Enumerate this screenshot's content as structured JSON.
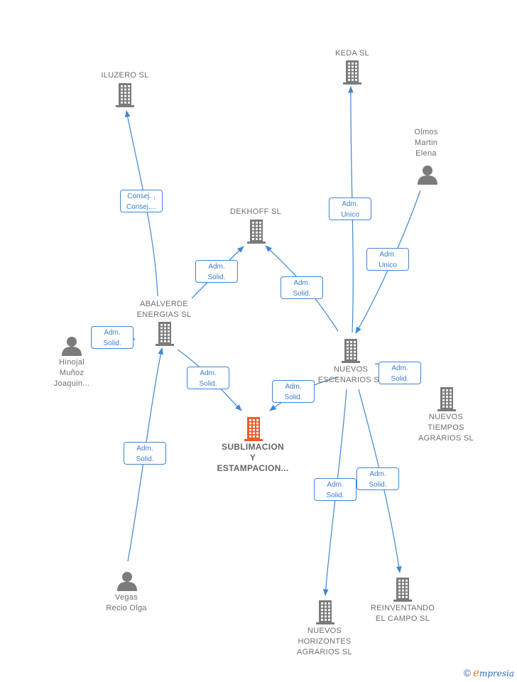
{
  "nodes": [
    {
      "id": "iluzero",
      "label": "ILUZERO  SL",
      "type": "company"
    },
    {
      "id": "keda",
      "label": "KEDA SL",
      "type": "company"
    },
    {
      "id": "olmos",
      "label": "Olmos\nMartin\nElena",
      "type": "person"
    },
    {
      "id": "dekhoff",
      "label": "DEKHOFF  SL",
      "type": "company"
    },
    {
      "id": "abalverde",
      "label": "ABALVERDE\nENERGIAS  SL",
      "type": "company"
    },
    {
      "id": "hinojal",
      "label": "Hinojal\nMuñoz\nJoaquin...",
      "type": "person"
    },
    {
      "id": "nuevos_escenarios",
      "label": "NUEVOS\nESCENARIOS SL",
      "type": "company"
    },
    {
      "id": "nuevos_tiempos",
      "label": "NUEVOS\nTIEMPOS\nAGRARIOS  SL",
      "type": "company"
    },
    {
      "id": "sublimacion",
      "label": "SUBLIMACION\nY\nESTAMPACION...",
      "type": "main"
    },
    {
      "id": "vegas",
      "label": "Vegas\nRecio Olga",
      "type": "person"
    },
    {
      "id": "reinventando",
      "label": "REINVENTANDO\nEL CAMPO  SL",
      "type": "company"
    },
    {
      "id": "nuevos_horizontes",
      "label": "NUEVOS\nHORIZONTES\nAGRARIOS  SL",
      "type": "company"
    }
  ],
  "edges": [
    {
      "from": "abalverde",
      "to": "iluzero",
      "label": "Consej. ,\nConsej...."
    },
    {
      "from": "nuevos_escenarios",
      "to": "keda",
      "label": "Adm.\nUnico"
    },
    {
      "from": "olmos",
      "to": "nuevos_escenarios",
      "label": "Adm.\nUnico"
    },
    {
      "from": "abalverde",
      "to": "dekhoff",
      "label": "Adm.\nSolid."
    },
    {
      "from": "nuevos_escenarios",
      "to": "dekhoff",
      "label": "Adm.\nSolid."
    },
    {
      "from": "hinojal",
      "to": "abalverde",
      "label": "Adm.\nSolid."
    },
    {
      "from": "abalverde",
      "to": "sublimacion",
      "label": "Adm.\nSolid."
    },
    {
      "from": "nuevos_escenarios",
      "to": "sublimacion",
      "label": "Adm.\nSolid."
    },
    {
      "from": "nuevos_escenarios",
      "to": "nuevos_tiempos",
      "label": "Adm.\nSolid."
    },
    {
      "from": "vegas",
      "to": "abalverde",
      "label": "Adm.\nSolid."
    },
    {
      "from": "nuevos_escenarios",
      "to": "nuevos_horizontes",
      "label": "Adm.\nSolid."
    },
    {
      "from": "nuevos_escenarios",
      "to": "reinventando",
      "label": "Adm.\nSolid."
    }
  ],
  "brand": {
    "copyright": "©",
    "initial": "e",
    "rest": "mpresia"
  },
  "colors": {
    "edge": "#3f86d1",
    "node": "#7b7b7b",
    "main": "#f05a28",
    "label": "#6f6f6f"
  }
}
